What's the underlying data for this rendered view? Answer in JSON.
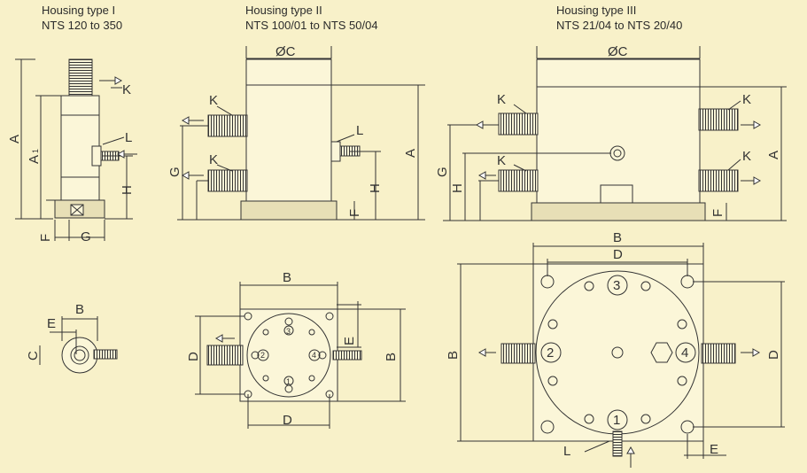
{
  "housings": [
    {
      "title": "Housing type I",
      "range": "NTS 120 to 350"
    },
    {
      "title": "Housing type II",
      "range": "NTS 100/01 to NTS 50/04"
    },
    {
      "title": "Housing type III",
      "range": "NTS 21/04 to NTS 20/40"
    }
  ],
  "dim": {
    "A": "A",
    "A1": "A",
    "A1_sub": "1",
    "B": "B",
    "C": "C",
    "D": "D",
    "E": "E",
    "F": "F",
    "G": "G",
    "H": "H",
    "K": "K",
    "L": "L",
    "dia_c": "ØC",
    "n1": "1",
    "n2": "2",
    "n3": "3",
    "n4": "4"
  },
  "colors": {
    "background": "#f8f1c9",
    "line": "#333333",
    "body": "#fbf6d8",
    "base": "#e7dfb6"
  }
}
